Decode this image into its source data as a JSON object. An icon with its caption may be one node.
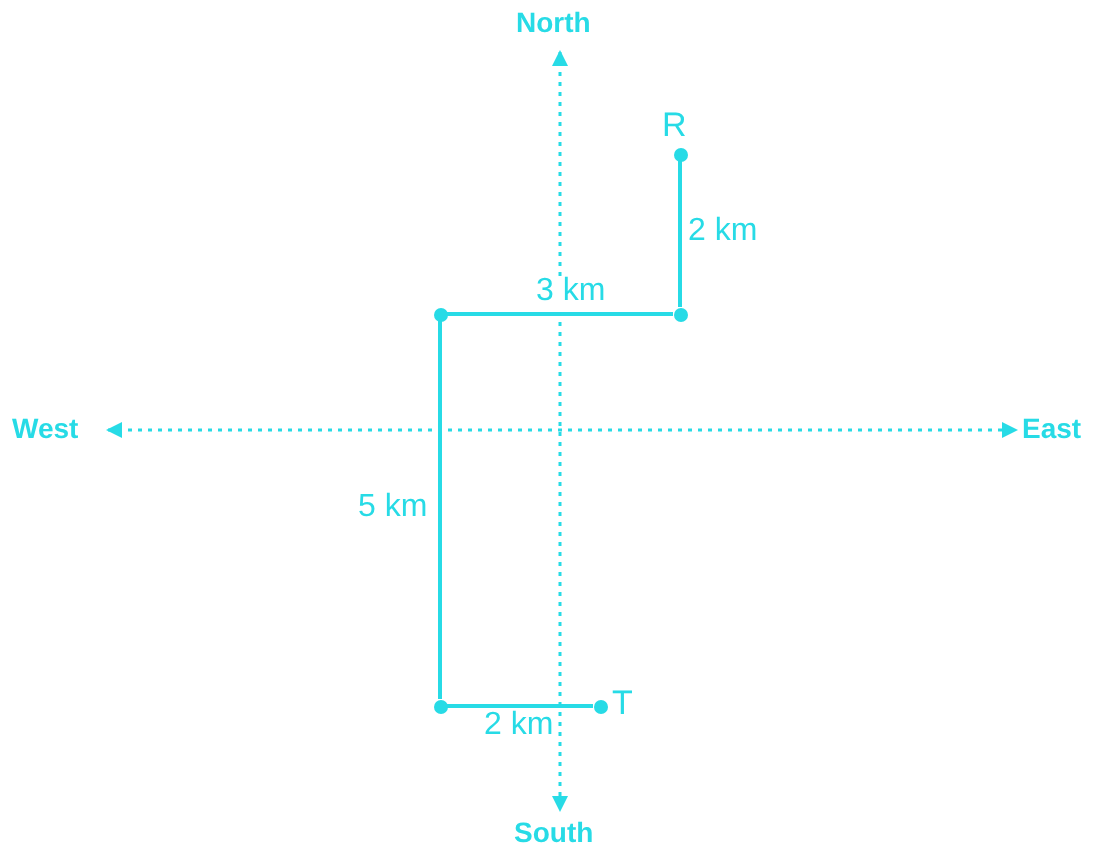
{
  "diagram": {
    "nodes": [
      {
        "text": [],
        "shape": "circle",
        "beside": [
          "R"
        ]
      },
      {
        "text": [],
        "shape": "circle"
      },
      {
        "text": [],
        "shape": "circle"
      },
      {
        "text": [],
        "shape": "circle"
      },
      {
        "text": [],
        "shape": "circle",
        "beside": [
          "T"
        ]
      }
    ],
    "edges": [
      {
        "from": 0,
        "to": 1,
        "arrow": "none",
        "label": "2 km"
      },
      {
        "from": 1,
        "to": 2,
        "arrow": "none",
        "label": "3 km"
      },
      {
        "from": 2,
        "to": 3,
        "arrow": "none",
        "label": "5 km"
      },
      {
        "from": 3,
        "to": 4,
        "arrow": "none",
        "label": "2 km"
      }
    ],
    "labels": [
      "North",
      "West",
      "East",
      "South"
    ]
  }
}
